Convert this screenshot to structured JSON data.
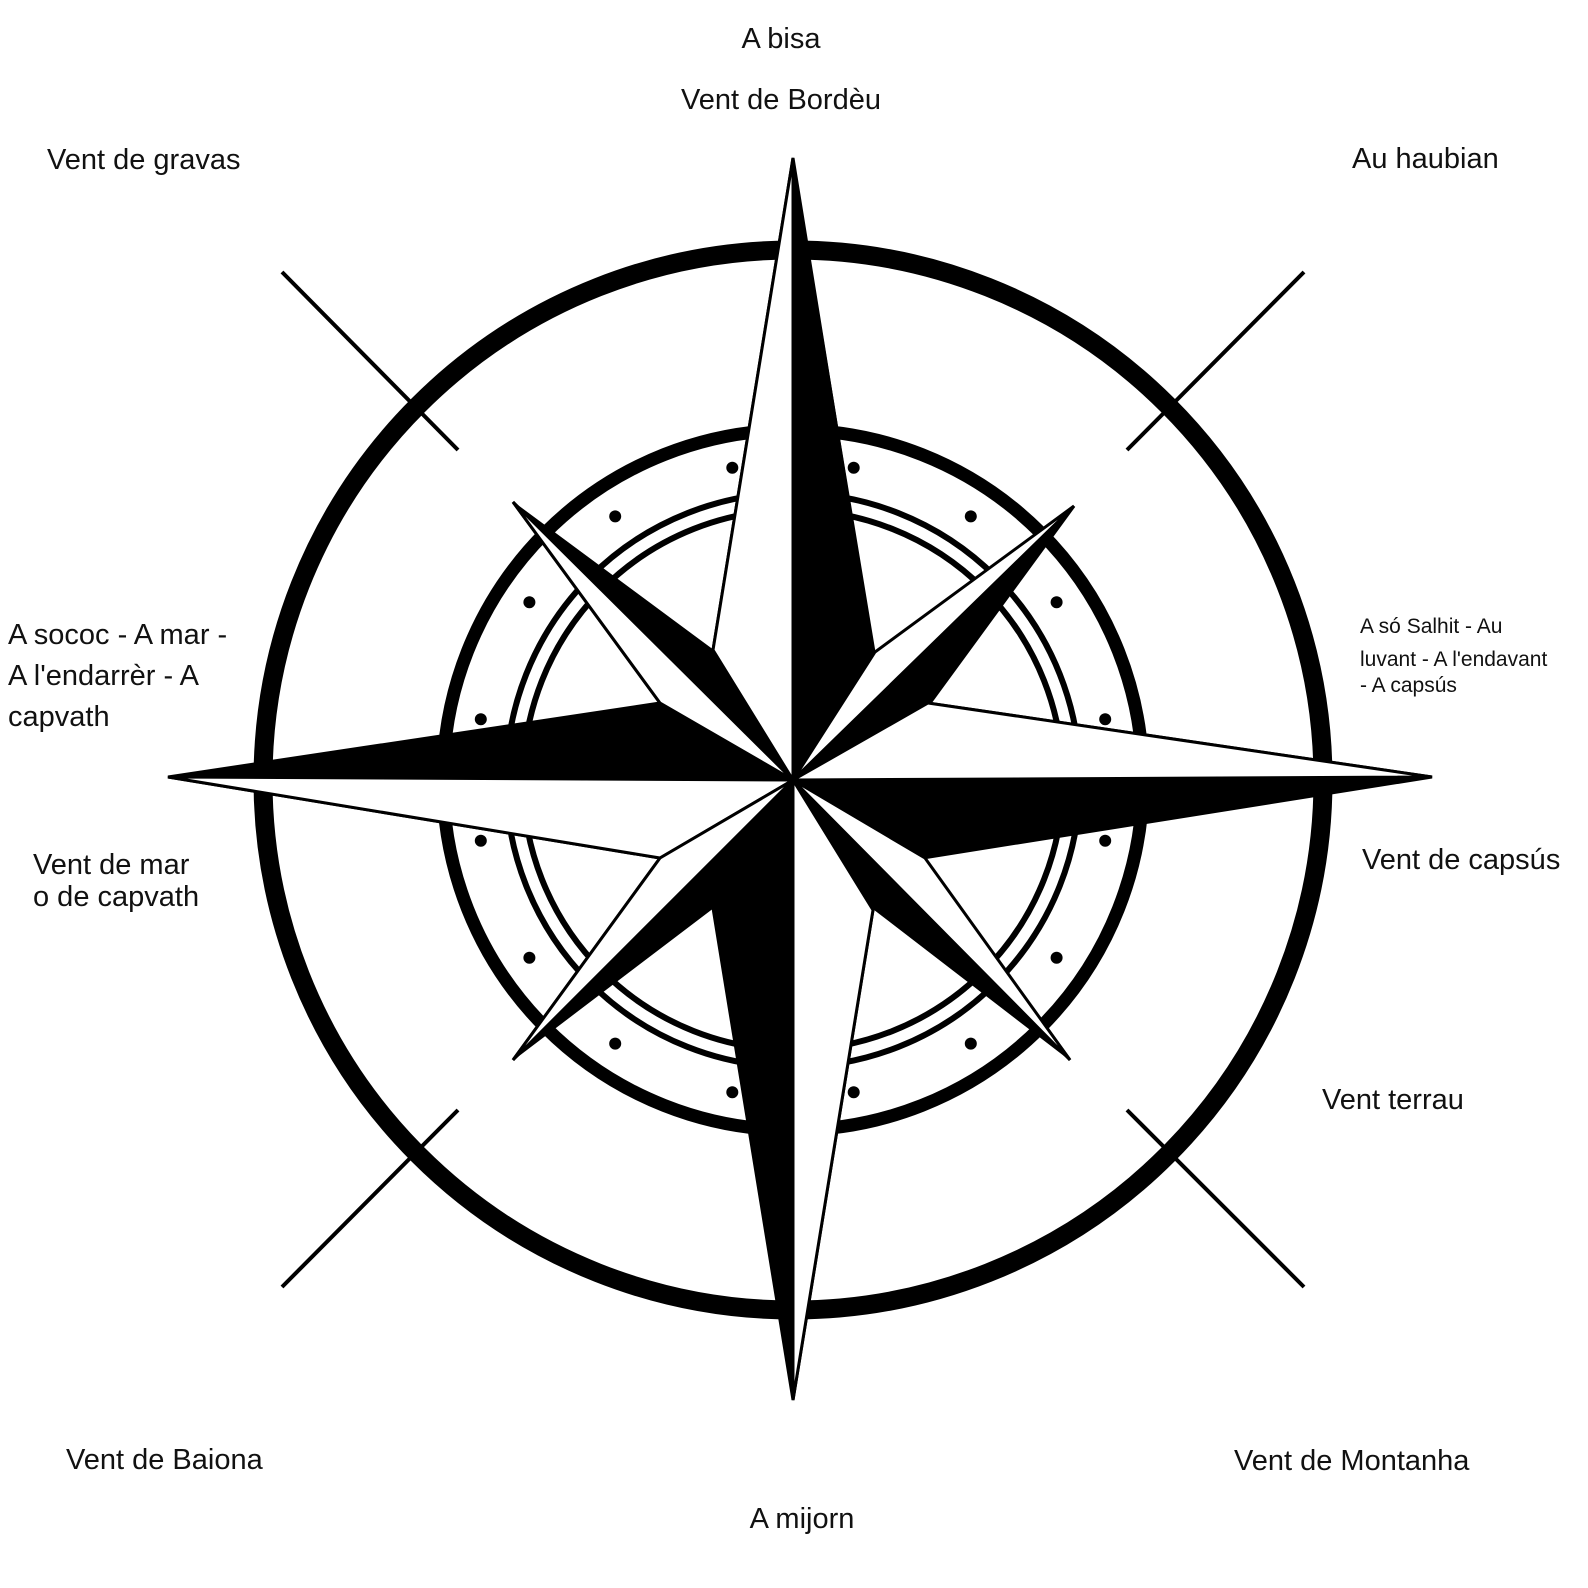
{
  "labels": {
    "north_top": "A bisa",
    "north": "Vent de Bordèu",
    "northwest": "Vent de gravas",
    "northeast": "Au haubian",
    "west_line1": "A sococ - A mar -",
    "west_line2": "A l'endarrèr - A",
    "west_line3": "capvath",
    "east_line1": "A só Salhit - Au",
    "east_line2": "luvant - A l'endavant",
    "east_line3": "- A capsús",
    "west_south_line1": "Vent de mar",
    "west_south_line2": "o de capvath",
    "east_south": "Vent de capsús",
    "southeast_upper": "Vent terrau",
    "southwest": "Vent de Baiona",
    "southeast": "Vent de Montanha",
    "south": "A mijorn"
  },
  "colors": {
    "ink": "#000000",
    "text": "#111111",
    "background": "#ffffff"
  }
}
